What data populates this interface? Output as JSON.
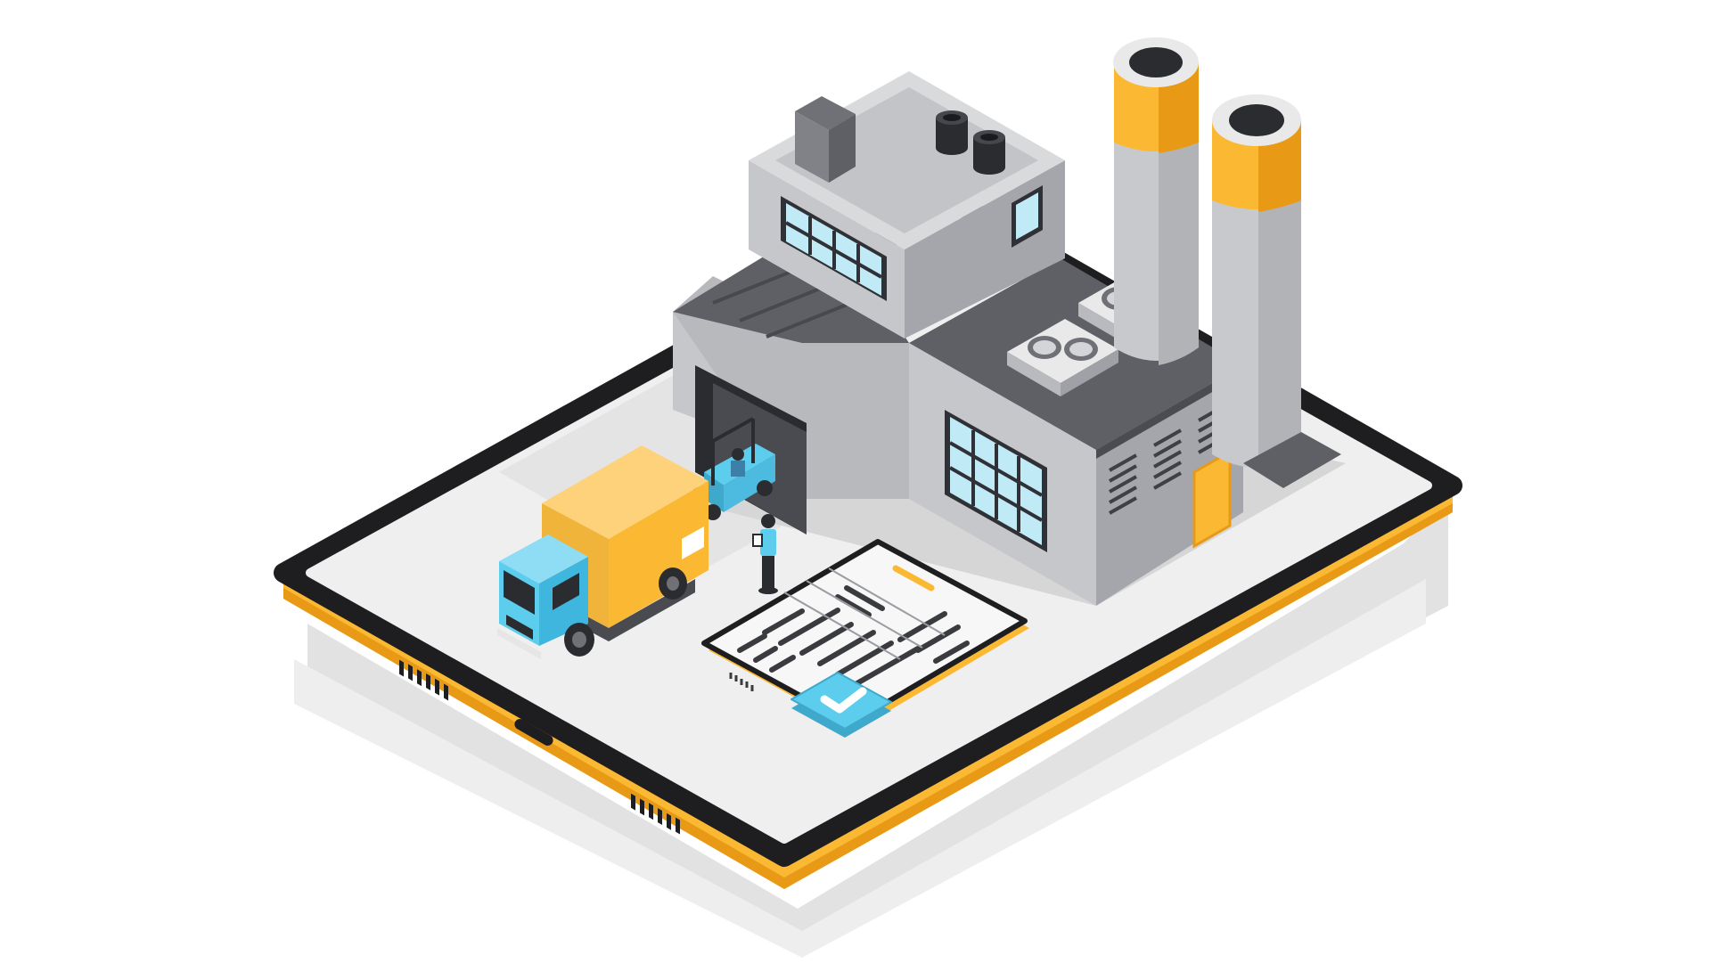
{
  "illustration": {
    "subject": "isometric-factory-on-tablet",
    "icons": [
      "factory-building",
      "smokestack",
      "delivery-truck",
      "forklift",
      "worker",
      "invoice-document",
      "checkmark-badge",
      "tablet-device",
      "rooftop-fan"
    ],
    "colors": {
      "yellow": "#FBB833",
      "yellow_dark": "#E89A16",
      "gray_light": "#C8C9CC",
      "gray_mid": "#A6A8AD",
      "gray_dark": "#65676C",
      "roof": "#5E6066",
      "blue": "#5DCDED",
      "window": "#BFEAF6",
      "tablet_border": "#1E1E20",
      "tablet_screen": "#EFEFEF",
      "shadow": "#DADADA",
      "ink": "#333333"
    }
  }
}
